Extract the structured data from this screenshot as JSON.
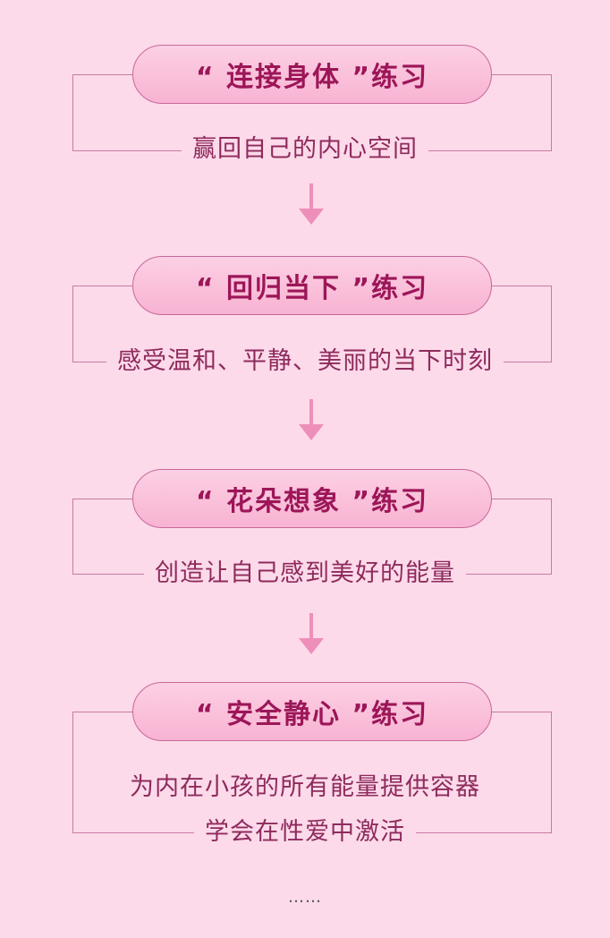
{
  "steps": [
    {
      "title": "“ 连接身体 ”练习",
      "subtitles": [
        "赢回自己的内心空间"
      ]
    },
    {
      "title": "“ 回归当下 ”练习",
      "subtitles": [
        "感受温和、平静、美丽的当下时刻"
      ]
    },
    {
      "title": "“ 花朵想象 ”练习",
      "subtitles": [
        "创造让自己感到美好的能量"
      ]
    },
    {
      "title": "“ 安全静心 ”练习",
      "subtitles": [
        "为内在小孩的所有能量提供容器",
        "学会在性爱中激活"
      ]
    }
  ],
  "ellipsis": "……",
  "colors": {
    "background": "#fcdaea",
    "title": "#9c1658",
    "subtitle": "#8e2a5c",
    "arrow": "#ee8fb9",
    "line": "#c97aa3"
  }
}
